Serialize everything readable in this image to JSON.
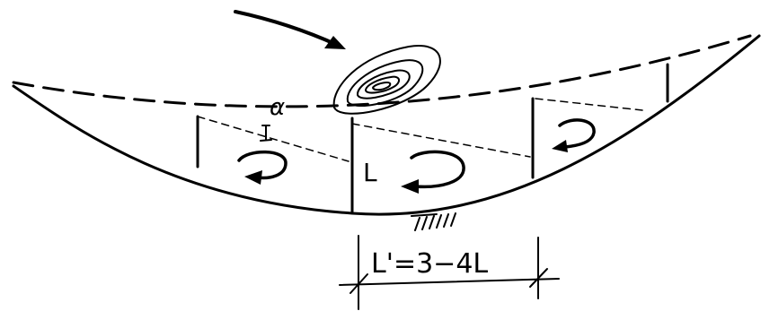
{
  "labels": {
    "angle": "α",
    "height": "L",
    "spacing": "L'=3−4L"
  }
}
